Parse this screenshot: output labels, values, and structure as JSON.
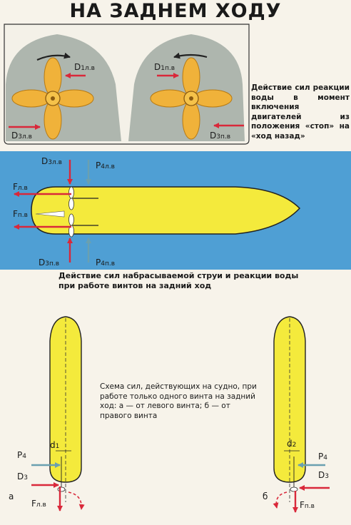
{
  "title": "НА ЗАДНЕМ ХОДУ",
  "captions": {
    "propellers": "Действие сил реакции воды в момент включения двигателей из положения «стоп» на «ход назад»",
    "hull_top": "Действие сил набрасываемой струи и реакции воды при работе винтов на задний ход",
    "single_screw": "Схема сил, действующих на судно, при работе только одного винта на задний ход: а — от левого винта; б — от правого винта"
  },
  "labels": {
    "left_prop": {
      "d1": "D",
      "d1_sub": "1л.в",
      "d3": "D",
      "d3_sub": "3л.в"
    },
    "right_prop": {
      "d1": "D",
      "d1_sub": "1п.в",
      "d3": "D",
      "d3_sub": "3п.в"
    },
    "hull": {
      "d3l": "D",
      "d3l_sub": "3л.в",
      "p4l": "P",
      "p4l_sub": "4л.в",
      "fl": "F",
      "fl_sub": "л.в",
      "fp": "F",
      "fp_sub": "п.в",
      "d3p": "D",
      "d3p_sub": "3п.в",
      "p4p": "P",
      "p4p_sub": "4п.в"
    },
    "ship_a": {
      "letter": "а",
      "d1": "d",
      "d1_sub": "1",
      "p4": "P",
      "p4_sub": "4",
      "d3": "D",
      "d3_sub": "3",
      "f": "F",
      "f_sub": "л.в"
    },
    "ship_b": {
      "letter": "б",
      "d2": "d",
      "d2_sub": "2",
      "p4": "P",
      "p4_sub": "4",
      "d3": "D",
      "d3_sub": "3",
      "f": "F",
      "f_sub": "п.в"
    }
  },
  "colors": {
    "hull": "#f4ea3c",
    "water": "#4f9fd4",
    "panel": "#aeb6ae",
    "blade": "#f0b23a",
    "force": "#d9283a",
    "flow": "#6aa0b0"
  }
}
